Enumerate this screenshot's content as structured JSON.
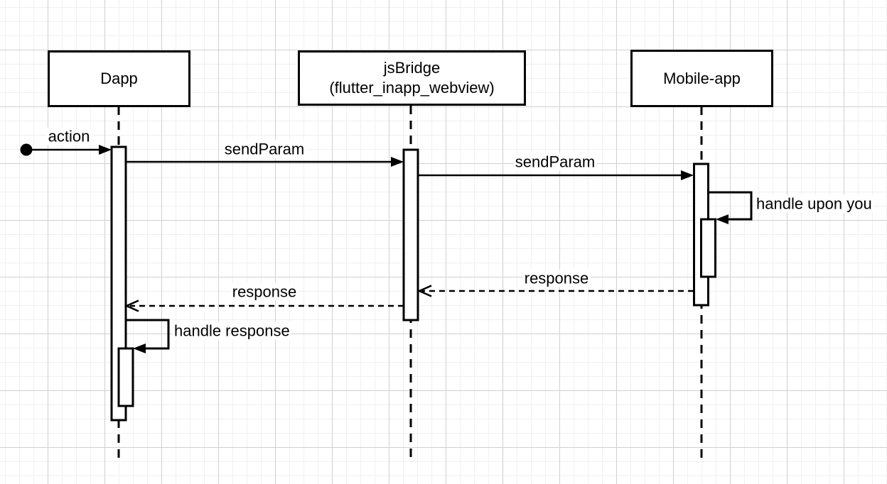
{
  "colors": {
    "background": "#ffffff",
    "stroke": "#000000",
    "shape_fill": "#ffffff",
    "grid_minor": "#f0f0f0",
    "grid_major": "#d0d0d0"
  },
  "actors": [
    {
      "id": "dapp",
      "line1": "Dapp",
      "line2": ""
    },
    {
      "id": "jsbridge",
      "line1": "jsBridge",
      "line2": "(flutter_inapp_webview)"
    },
    {
      "id": "mobile-app",
      "line1": "Mobile-app",
      "line2": ""
    }
  ],
  "messages": [
    {
      "label": "action",
      "from": "start",
      "to": "Dapp",
      "kind": "sync"
    },
    {
      "label": "sendParam",
      "from": "Dapp",
      "to": "jsBridge",
      "kind": "sync"
    },
    {
      "label": "sendParam",
      "from": "jsBridge",
      "to": "Mobile-app",
      "kind": "sync"
    },
    {
      "label": "handle upon you",
      "from": "Mobile-app",
      "to": "Mobile-app",
      "kind": "self"
    },
    {
      "label": "response",
      "from": "Mobile-app",
      "to": "jsBridge",
      "kind": "return"
    },
    {
      "label": "response",
      "from": "jsBridge",
      "to": "Dapp",
      "kind": "return"
    },
    {
      "label": "handle response",
      "from": "Dapp",
      "to": "Dapp",
      "kind": "self"
    }
  ]
}
